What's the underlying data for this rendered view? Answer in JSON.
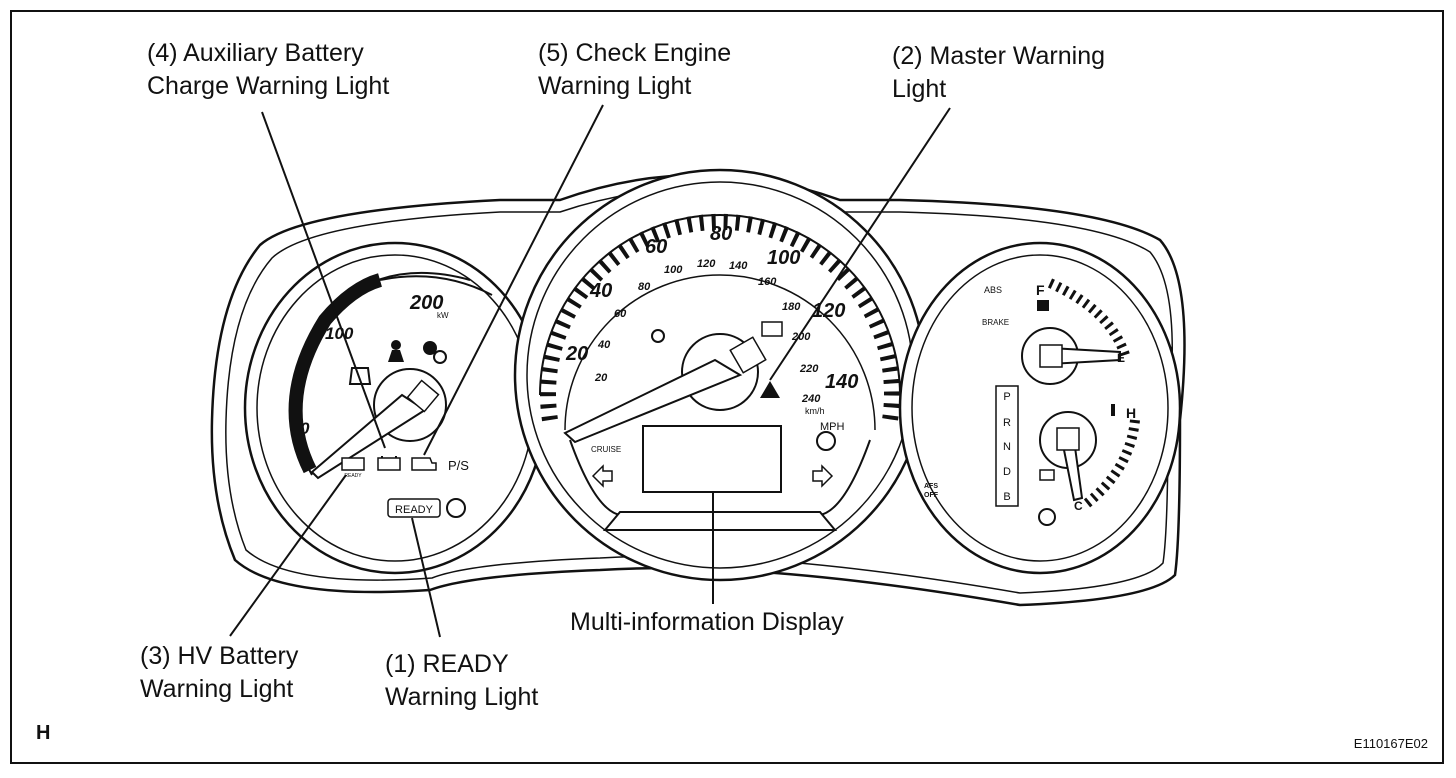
{
  "callouts": {
    "aux_battery": "(4) Auxiliary Battery\nCharge Warning Light",
    "check_engine": "(5) Check Engine\nWarning Light",
    "master_warning": "(2) Master Warning\nLight",
    "hv_battery": "(3) HV Battery\nWarning Light",
    "ready": "(1) READY\nWarning Light",
    "multi_display": "Multi-information Display"
  },
  "corner_label": "H",
  "figure_id": "E110167E02",
  "left_gauge": {
    "scale": [
      "0",
      "100",
      "200"
    ],
    "unit": "kW",
    "ps_label": "P/S",
    "ready_label": "READY",
    "hv_label": "READY"
  },
  "speedometer": {
    "mph": [
      "20",
      "40",
      "60",
      "80",
      "100",
      "120",
      "140"
    ],
    "kmh": [
      "20",
      "40",
      "60",
      "80",
      "100",
      "120",
      "140",
      "160",
      "180",
      "200",
      "220",
      "240"
    ],
    "kmh_unit": "km/h",
    "mph_unit": "MPH",
    "cruise_label": "CRUISE"
  },
  "right_gauge": {
    "abs_label": "ABS",
    "brake_label": "BRAKE",
    "fuel_full": "F",
    "fuel_empty": "E",
    "temp_hot": "H",
    "temp_cold": "C",
    "afs_label": "AFS\nOFF",
    "gears": [
      "P",
      "R",
      "N",
      "D",
      "B"
    ]
  }
}
